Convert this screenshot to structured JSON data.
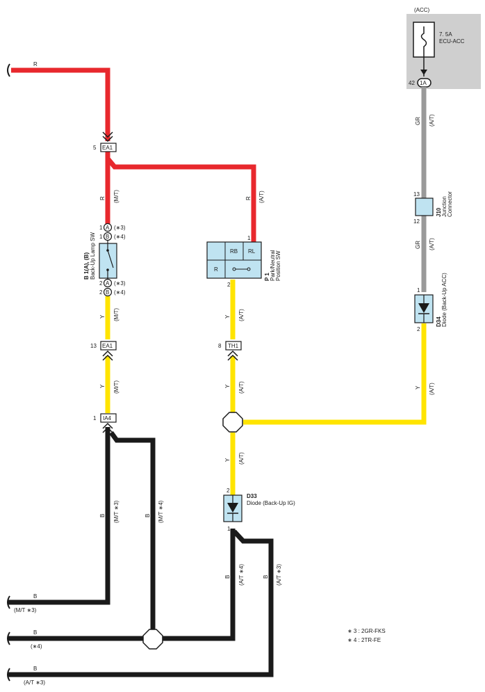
{
  "colors": {
    "red": "#e8282d",
    "yellow": "#ffe400",
    "black": "#1a1a1a",
    "gray": "#9a9a9a",
    "box": "#bfe3f1",
    "fuse_bg": "#cfcfcf"
  },
  "fuse": {
    "group": "(ACC)",
    "rating": "7. 5A",
    "name": "ECU-ACC",
    "connector": "1A",
    "pin": "42"
  },
  "wires": {
    "r_top": "R",
    "r_mt": "R",
    "r_mt_cond": "(M/T)",
    "r_at": "R",
    "r_at_cond": "(A/T)",
    "gr_top": "GR",
    "gr_top_cond": "(A/T)",
    "gr_mid": "GR",
    "gr_mid_cond": "(A/T)",
    "y1": "Y",
    "y1_cond": "(M/T)",
    "y2": "Y",
    "y2_cond": "(A/T)",
    "y3": "Y",
    "y3_cond": "(M/T)",
    "y4": "Y",
    "y4_cond": "(A/T)",
    "y5": "Y",
    "y5_cond": "(A/T)",
    "y6": "Y",
    "y6_cond": "(A/T)",
    "b1": "B",
    "b1_cond": "(M/T ∗3)",
    "b2": "B",
    "b2_cond": "(M/T ∗4)",
    "b3": "B",
    "b3_cond": "(A/T ∗4)",
    "b4": "B",
    "b4_cond": "(A/T ∗3)",
    "g1": "B",
    "g1_cond": "(M/T ∗3)",
    "g2": "B",
    "g2_cond": "(∗4)",
    "g3": "B",
    "g3_cond": "(A/T ∗3)"
  },
  "connectors": {
    "ea1_top": {
      "name": "EA1",
      "pin": "5"
    },
    "ea1_bot": {
      "name": "EA1",
      "pin": "13"
    },
    "th1": {
      "name": "TH1",
      "pin": "8"
    },
    "ia4": {
      "name": "IA4",
      "pin": "1"
    }
  },
  "b1": {
    "id": "B 1(A), (B)",
    "name": "Back-Up Lamp SW",
    "pin_a_top": "1",
    "pin_b_top": "1",
    "pin_a_bot": "2",
    "pin_b_bot": "2",
    "tag_a": "A",
    "tag_b": "B",
    "note_a": "(∗3)",
    "note_b": "(∗4)"
  },
  "p1": {
    "id": "P 1",
    "name1": "Park/Neutral",
    "name2": "Position SW",
    "rb": "RB",
    "rl": "RL",
    "r": "R",
    "pin_top": "1",
    "pin_bot": "2"
  },
  "j10": {
    "id": "J10",
    "name1": "Junction",
    "name2": "Connector",
    "pin_top": "13",
    "pin_bot": "12"
  },
  "d34": {
    "id": "D34",
    "name": "Diode (Back-Up ACC)",
    "pin_top": "1",
    "pin_bot": "2"
  },
  "d33": {
    "id": "D33",
    "name": "Diode (Back-Up IG)",
    "pin_top": "2",
    "pin_bot": "1"
  },
  "notes": [
    "∗ 3 : 2GR-FKS",
    "∗ 4 : 2TR-FE"
  ]
}
